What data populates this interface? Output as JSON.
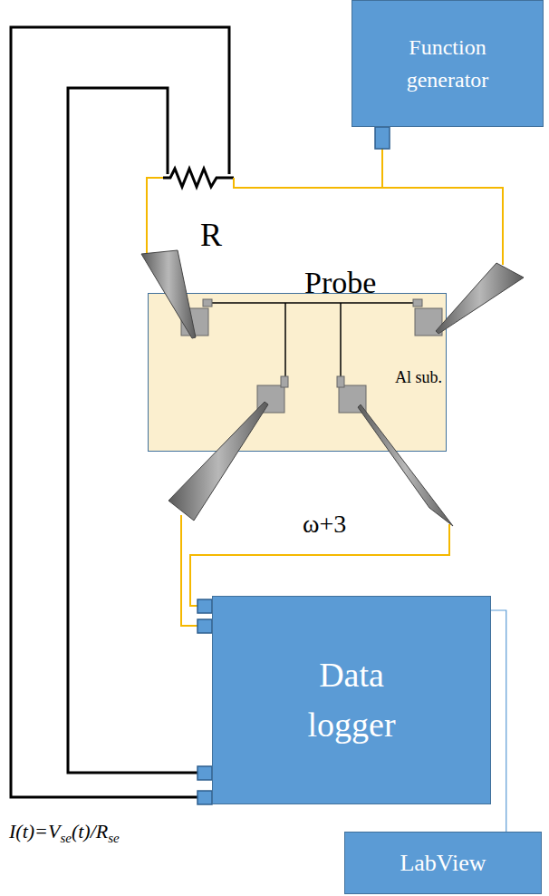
{
  "diagram": {
    "nodes": [
      {
        "text": [
          "Function generator"
        ]
      },
      {
        "text": [
          "Probe",
          "Al sub."
        ]
      },
      {
        "text": [
          "Data logger"
        ]
      },
      {
        "text": [
          "LabView"
        ]
      }
    ],
    "edges": [
      {
        "from": 2,
        "to": 3,
        "arrow": "none"
      }
    ],
    "labels": [
      "R",
      "ω+3",
      "I(t)=V",
      "se",
      "(t)/R",
      "se"
    ]
  }
}
